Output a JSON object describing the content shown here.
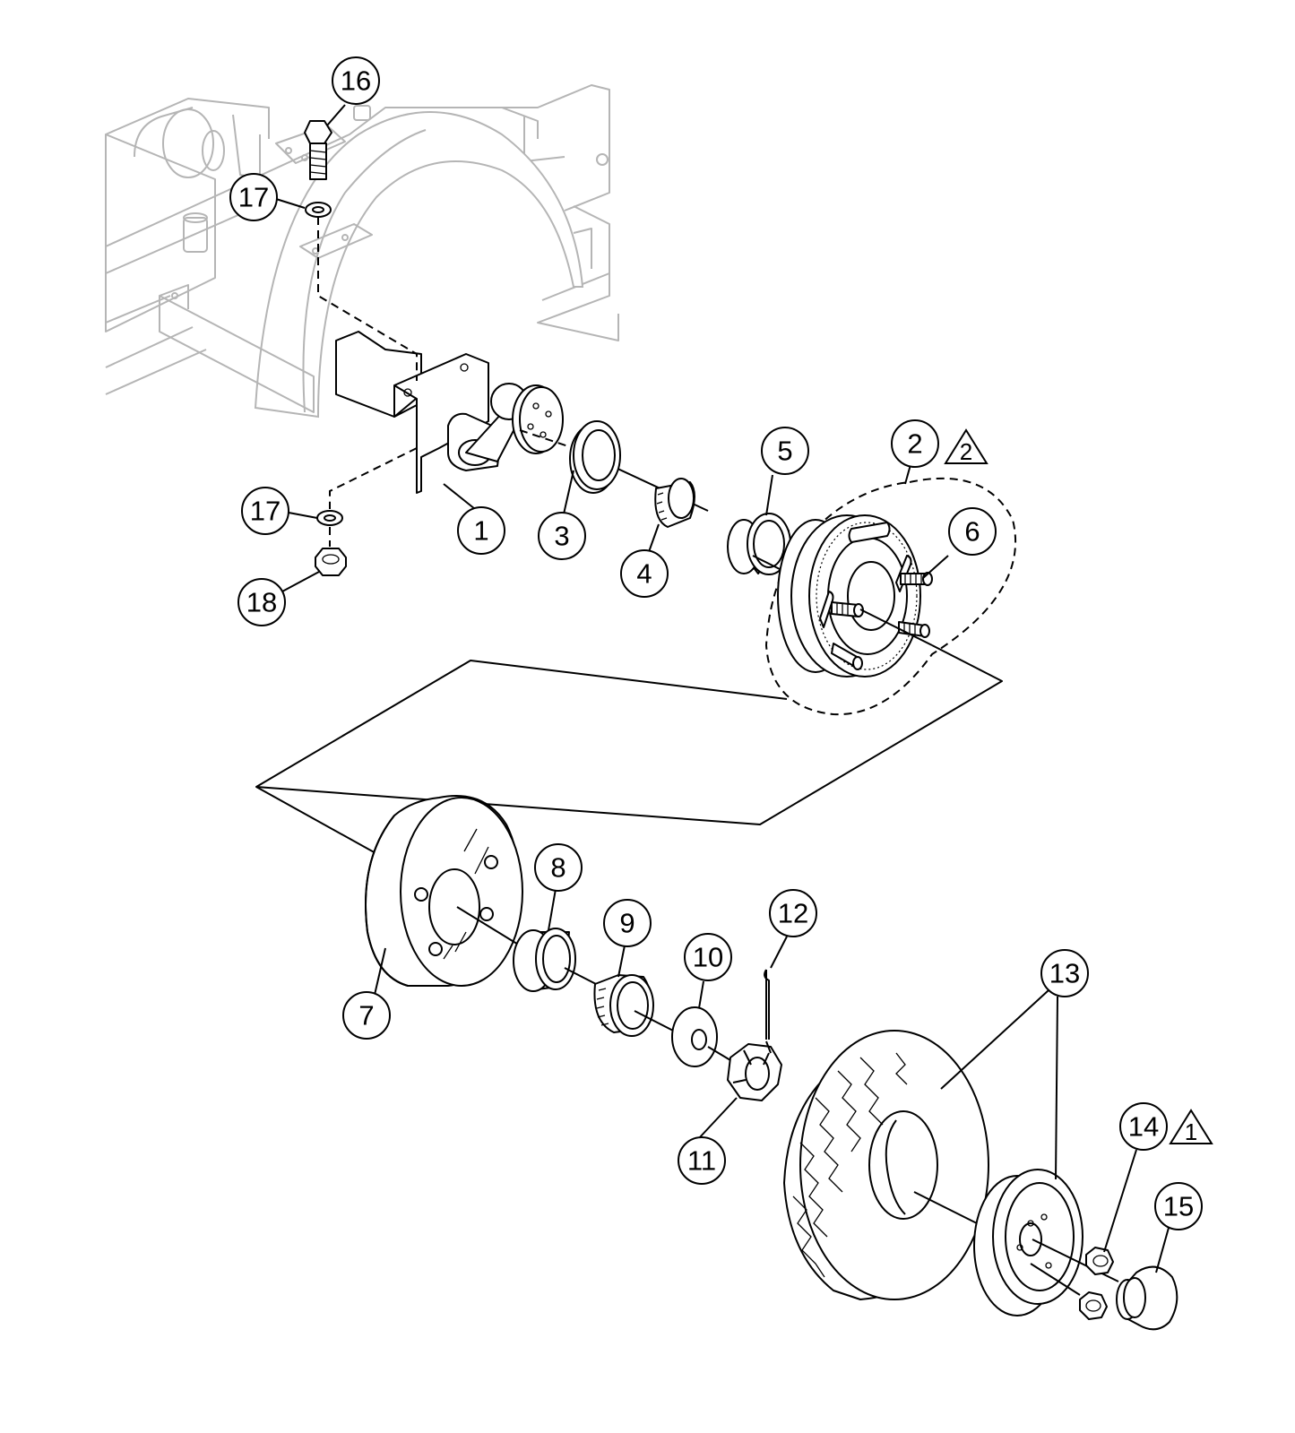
{
  "diagram": {
    "callouts": [
      {
        "id": "c16",
        "label": "16"
      },
      {
        "id": "c17a",
        "label": "17"
      },
      {
        "id": "c17b",
        "label": "17"
      },
      {
        "id": "c18",
        "label": "18"
      },
      {
        "id": "c1",
        "label": "1"
      },
      {
        "id": "c3",
        "label": "3"
      },
      {
        "id": "c4",
        "label": "4"
      },
      {
        "id": "c5",
        "label": "5"
      },
      {
        "id": "c2",
        "label": "2"
      },
      {
        "id": "c6",
        "label": "6"
      },
      {
        "id": "c7",
        "label": "7"
      },
      {
        "id": "c8",
        "label": "8"
      },
      {
        "id": "c9",
        "label": "9"
      },
      {
        "id": "c10",
        "label": "10"
      },
      {
        "id": "c12",
        "label": "12"
      },
      {
        "id": "c11",
        "label": "11"
      },
      {
        "id": "c13",
        "label": "13"
      },
      {
        "id": "c14",
        "label": "14"
      },
      {
        "id": "c15",
        "label": "15"
      }
    ],
    "revision_flags": [
      {
        "id": "t2",
        "label": "2"
      },
      {
        "id": "t1",
        "label": "1"
      }
    ]
  }
}
